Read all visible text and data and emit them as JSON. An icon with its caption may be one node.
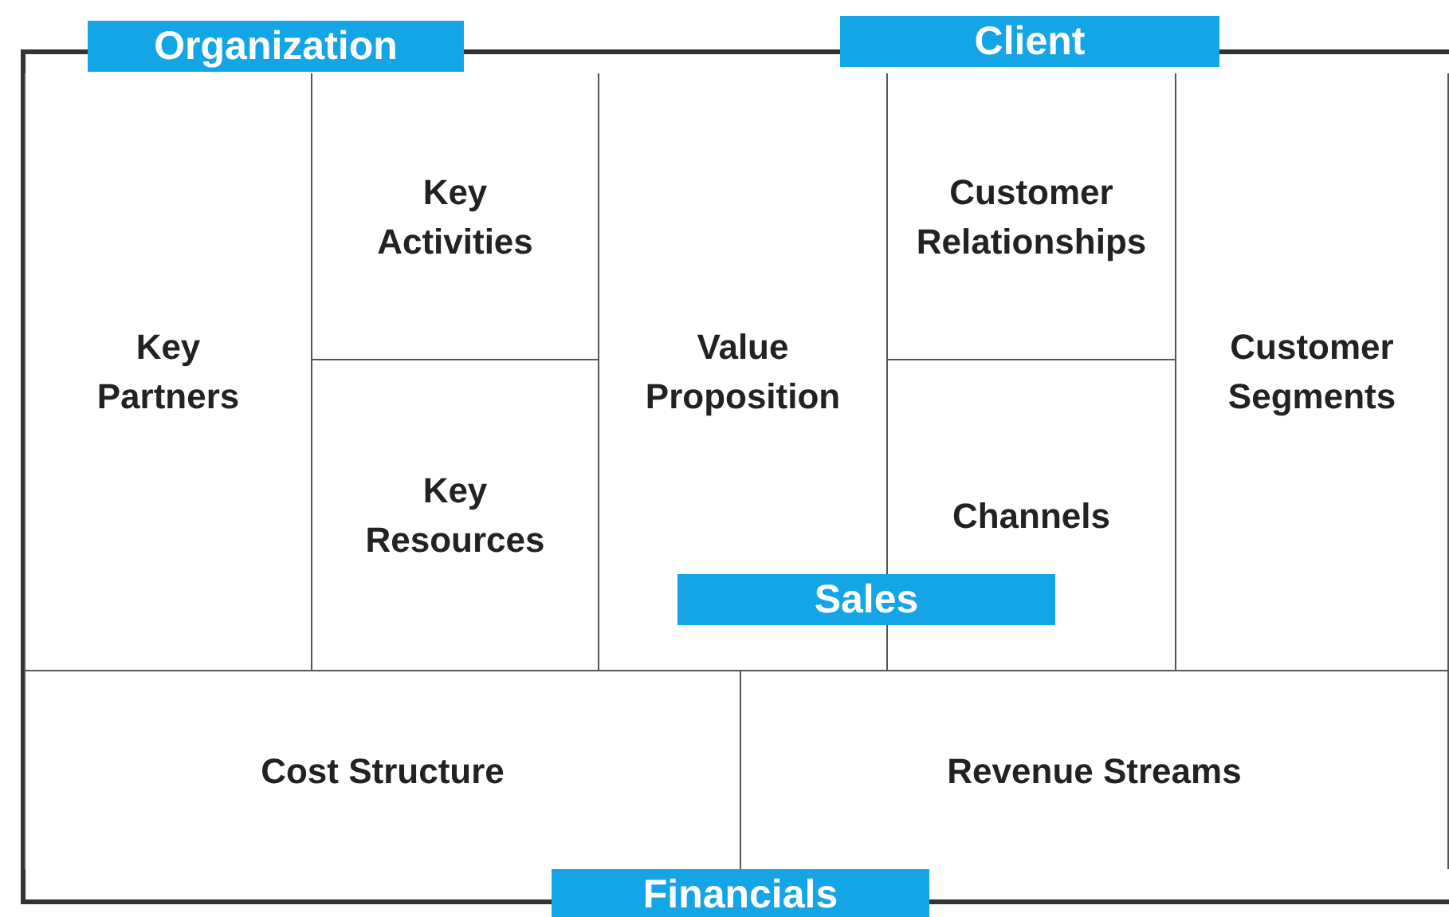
{
  "diagram": {
    "nodes": [
      {
        "text": [
          "Key Partners"
        ]
      },
      {
        "text": [
          "Key Activities"
        ]
      },
      {
        "text": [
          "Key Resources"
        ]
      },
      {
        "text": [
          "Value Proposition"
        ]
      },
      {
        "text": [
          "Customer Relationships"
        ]
      },
      {
        "text": [
          "Channels"
        ]
      },
      {
        "text": [
          "Customer Segments"
        ]
      },
      {
        "text": [
          "Cost Structure"
        ]
      },
      {
        "text": [
          "Revenue Streams"
        ]
      },
      {
        "text": [
          "Organization"
        ]
      },
      {
        "text": [
          "Client"
        ]
      },
      {
        "text": [
          "Sales"
        ]
      },
      {
        "text": [
          "Financials"
        ]
      }
    ],
    "edges": []
  }
}
